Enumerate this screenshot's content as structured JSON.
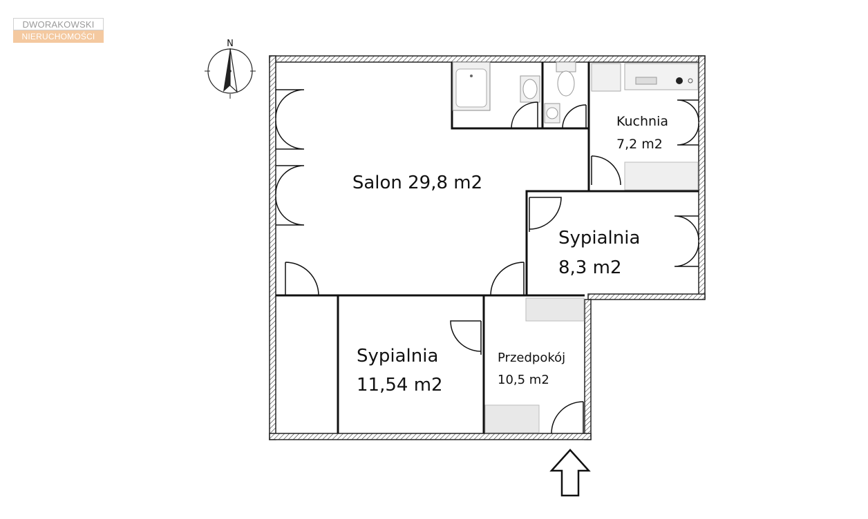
{
  "brand": {
    "line1": "DWORAKOWSKI",
    "line2": "NIERUCHOMOŚCI",
    "accent_color": "#f4c9a0"
  },
  "compass": {
    "north_label": "N",
    "icon": "north-arrow-icon"
  },
  "rooms": {
    "salon": {
      "name_area": "Salon 29,8 m2"
    },
    "kuchnia": {
      "name": "Kuchnia",
      "area": "7,2 m2"
    },
    "sypialnia_small": {
      "name": "Sypialnia",
      "area": "8,3 m2"
    },
    "sypialnia_large": {
      "name": "Sypialnia",
      "area": "11,54 m2"
    },
    "przedpokoj": {
      "name": "Przedpokój",
      "area": "10,5 m2"
    }
  },
  "entrance": {
    "icon": "entrance-arrow-icon"
  }
}
